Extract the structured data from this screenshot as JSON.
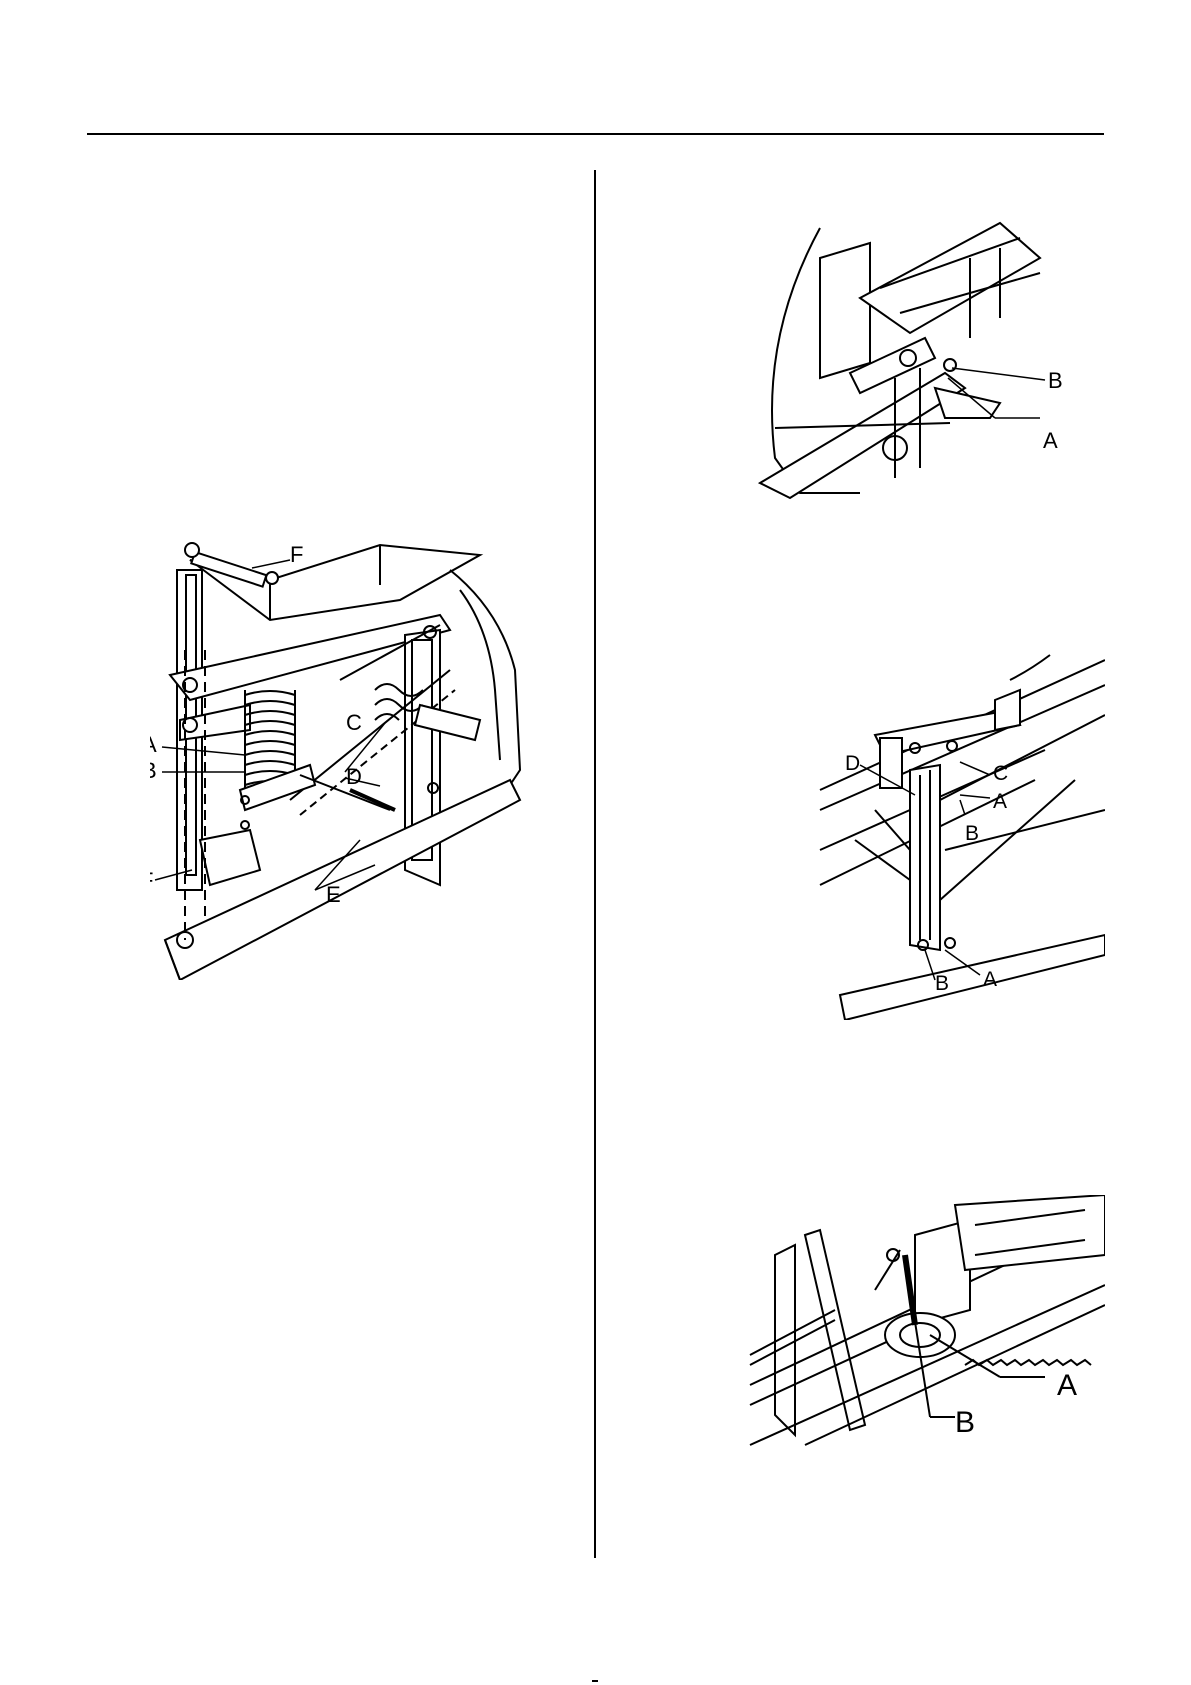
{
  "figures": [
    {
      "id": "center-frame",
      "labels": [
        "F",
        "A",
        "B",
        "C",
        "D",
        "F",
        "E"
      ]
    },
    {
      "id": "upper-right-frame",
      "labels": [
        "B",
        "A"
      ]
    },
    {
      "id": "middle-right-frame",
      "labels": [
        "D",
        "C",
        "A",
        "B",
        "B",
        "A"
      ]
    },
    {
      "id": "lower-right-frame",
      "labels": [
        "A",
        "B"
      ]
    }
  ]
}
